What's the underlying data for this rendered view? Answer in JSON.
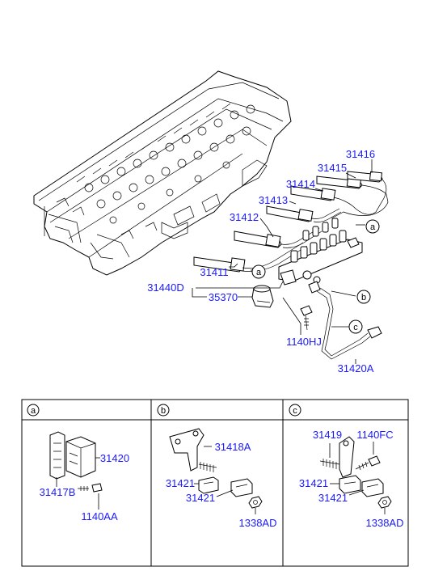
{
  "diagram": {
    "accent_color": "#1a1aff",
    "main_labels": {
      "p31416": "31416",
      "p31415": "31415",
      "p31414": "31414",
      "p31413": "31413",
      "p31412": "31412",
      "p31411": "31411",
      "p31440d": "31440D",
      "p35370": "35370",
      "p1140hj": "1140HJ",
      "p31420a": "31420A"
    },
    "main_callouts": {
      "a1": "a",
      "a2": "a",
      "b": "b",
      "c": "c"
    },
    "panels": [
      {
        "tag": "a",
        "labels": {
          "p31420": "31420",
          "p31417b": "31417B",
          "p1140aa": "1140AA"
        }
      },
      {
        "tag": "b",
        "labels": {
          "p31418a": "31418A",
          "p31421_1": "31421",
          "p31421_2": "31421",
          "p1338ad": "1338AD"
        }
      },
      {
        "tag": "c",
        "labels": {
          "p31419": "31419",
          "p1140fc": "1140FC",
          "p31421_1": "31421",
          "p31421_2": "31421",
          "p1338ad": "1338AD"
        }
      }
    ]
  }
}
